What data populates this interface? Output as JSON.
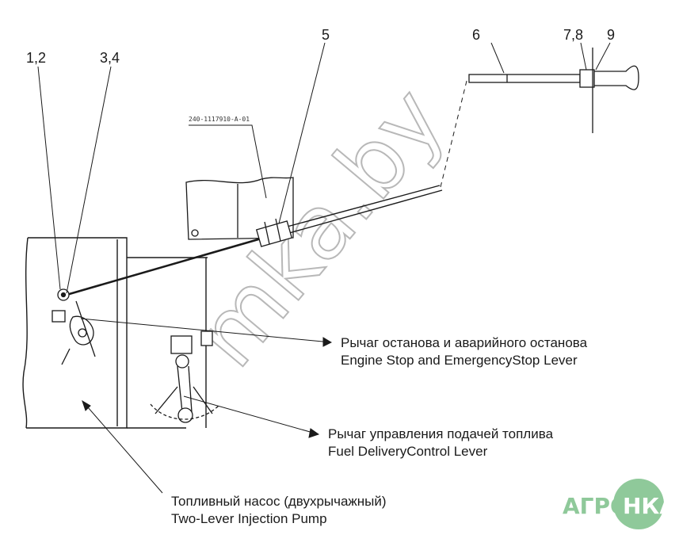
{
  "callouts": {
    "c12": "1,2",
    "c34": "3,4",
    "c5": "5",
    "c6": "6",
    "c78": "7,8",
    "c9": "9"
  },
  "part_number": "240-1117910-А-01",
  "labels": {
    "stop_lever_ru": "Рычаг останова и  аварийного останова",
    "stop_lever_en": "Engine Stop and EmergencyStop Lever",
    "fuel_lever_ru": "Рычаг управления подачей топлива",
    "fuel_lever_en": "Fuel DeliveryControl Lever",
    "pump_ru": "Топливный насос  (двухрычажный)",
    "pump_en": "Two-Lever Injection Pump"
  },
  "watermark": "mka.by",
  "logo": {
    "left": "АГРО",
    "right": "НКА",
    "color": "#8fc99a"
  },
  "colors": {
    "ink": "#1a1a1a",
    "watermark": "#b8b8b8",
    "logo_green": "#8fc99a"
  }
}
